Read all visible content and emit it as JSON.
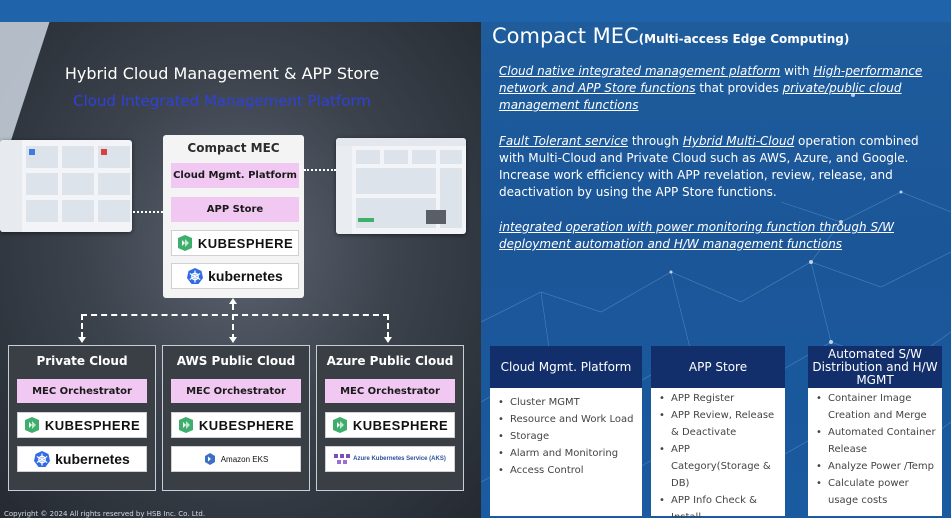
{
  "left": {
    "title": "Hybrid Cloud Management & APP Store",
    "subtitle": "Cloud Integrated Management Platform",
    "mec": {
      "title": "Compact MEC",
      "items": [
        "Cloud Mgmt. Platform",
        "APP Store"
      ],
      "kubesphere_label": "KUBESPHERE",
      "kubernetes_label": "kubernetes"
    },
    "clouds": [
      {
        "title": "Private Cloud",
        "orchestrator": "MEC Orchestrator",
        "kubesphere": "KUBESPHERE",
        "platform": "kubernetes"
      },
      {
        "title": "AWS Public Cloud",
        "orchestrator": "MEC Orchestrator",
        "kubesphere": "KUBESPHERE",
        "platform": "Amazon EKS"
      },
      {
        "title": "Azure Public Cloud",
        "orchestrator": "MEC Orchestrator",
        "kubesphere": "KUBESPHERE",
        "platform": "Azure Kubernetes Service (AKS)"
      }
    ],
    "copyright": "Copyright © 2024 All rights reserved by HSB Inc. Co. Ltd."
  },
  "right": {
    "title_main": "Compact MEC",
    "title_sub": "(Multi-access Edge Computing)",
    "p1": {
      "link1": "Cloud native integrated management platform",
      "text1": " with ",
      "link2": "High-performance network and APP Store functions",
      "text2": " that provides ",
      "link3": "private/public cloud management functions"
    },
    "p2": {
      "link1": "Fault Tolerant service",
      "text1": " through ",
      "link2": "Hybrid Multi-Cloud",
      "text2": " operation combined with Multi-Cloud and Private Cloud such as AWS, Azure, and Google.",
      "text3": "Increase work efficiency with APP revelation, review, release, and deactivation by using the APP Store functions."
    },
    "p3": {
      "link1": "integrated operation with power monitoring function through S/W deployment automation and H/W management functions"
    },
    "cards": [
      {
        "title": "Cloud Mgmt. Platform",
        "items": [
          "Cluster MGMT",
          "Resource and Work Load",
          "Storage",
          "Alarm and Monitoring",
          "Access Control"
        ]
      },
      {
        "title": "APP Store",
        "items": [
          "APP Register",
          "APP Review, Release & Deactivate",
          "APP Category(Storage & DB)",
          "APP Info Check & Install"
        ]
      },
      {
        "title": "Automated S/W Distribution and H/W MGMT",
        "items": [
          "Container Image Creation and  Merge",
          "Automated Container Release",
          "Analyze Power /Temp",
          "Calculate power usage costs"
        ]
      }
    ]
  },
  "colors": {
    "right_bg": "#1d5a99",
    "card_header": "#132f6b",
    "pink": "#f0c8f2",
    "subtitle_blue": "#2f41d8",
    "kubesphere_green": "#3dae6b",
    "kubernetes_blue": "#326ce5"
  }
}
